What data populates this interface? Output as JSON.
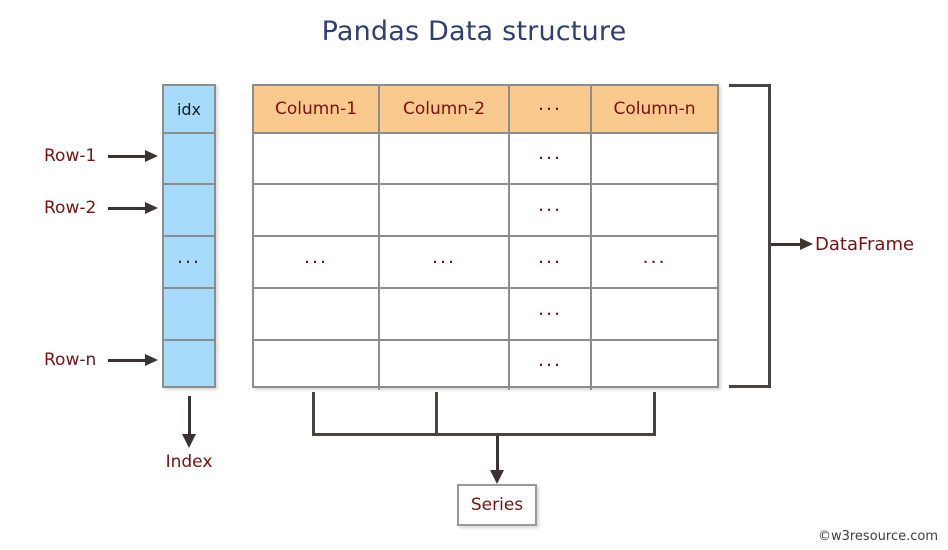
{
  "title": "Pandas Data structure",
  "colors": {
    "title": "#2e3f74",
    "header_fill": "#f9c98e",
    "index_fill": "#a6dbfb",
    "label_text": "#7b1010",
    "border": "#8d8d8d",
    "connector": "#4a4441"
  },
  "index_column": {
    "header": "idx",
    "cells": [
      "",
      "",
      "...",
      "",
      ""
    ],
    "label": "Index"
  },
  "row_labels": [
    "Row-1",
    "Row-2",
    "Row-n"
  ],
  "table": {
    "headers": [
      "Column-1",
      "Column-2",
      "...",
      "Column-n"
    ],
    "rows": [
      [
        "",
        "",
        "...",
        ""
      ],
      [
        "",
        "",
        "...",
        ""
      ],
      [
        "...",
        "...",
        "...",
        "..."
      ],
      [
        "",
        "",
        "...",
        ""
      ],
      [
        "",
        "",
        "...",
        ""
      ]
    ]
  },
  "annotations": {
    "dataframe": "DataFrame",
    "series": "Series"
  },
  "watermark": "©w3resource.com"
}
